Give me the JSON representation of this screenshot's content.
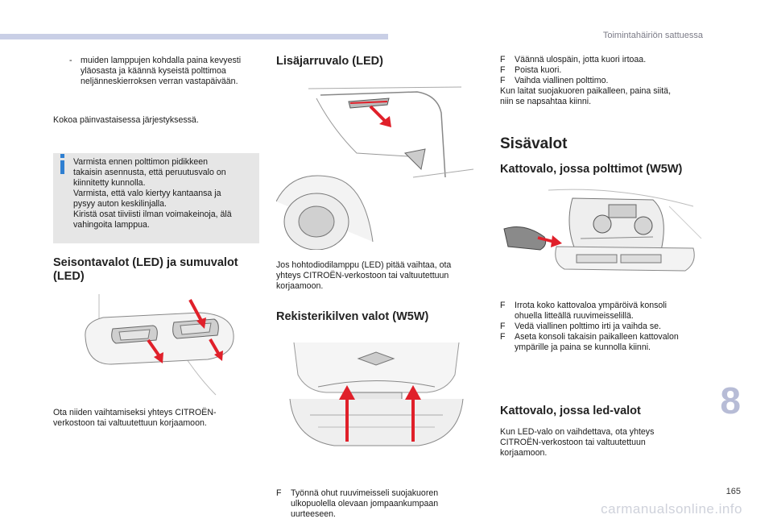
{
  "header": {
    "section_title": "Toimintahäiriön sattuessa"
  },
  "left_column": {
    "dash_item": {
      "mark": "-",
      "text": "muiden lamppujen kohdalla paina kevyesti yläosasta ja käännä kyseistä polttimoa neljänneskierroksen verran vastapäivään."
    },
    "reassemble": "Kokoa päinvastaisessa järjestyksessä.",
    "info_lines": [
      "Varmista ennen polttimon pidikkeen",
      "takaisin asennusta, että peruutusvalo on",
      "kiinnitetty kunnolla.",
      "Varmista, että valo kiertyy kantaansa ja",
      "pysyy auton keskilinjalla.",
      "Kiristä osat tiiviisti ilman voimakeinoja, älä",
      "vahingoita lamppua."
    ],
    "heading_line1": "Seisontavalot (LED) ja sumuvalot",
    "heading_line2": "(LED)",
    "contact_line1": "Ota niiden vaihtamiseksi yhteys CITROËN-",
    "contact_line2": "verkostoon tai valtuutettuun korjaamoon."
  },
  "middle_column": {
    "heading_brake": "Lisäjarruvalo (LED)",
    "brake_lines": [
      "Jos hohtodiodilamppu (LED) pitää vaihtaa, ota",
      "yhteys CITROËN-verkostoon tai valtuutettuun",
      "korjaamoon."
    ],
    "heading_plate": "Rekisterikilven valot (W5W)",
    "plate_bullet_mark": "F",
    "plate_bullet_lines": [
      "Työnnä ohut ruuvimeisseli suojakuoren",
      "ulkopuolella olevaan jompaankumpaan",
      "uurteeseen."
    ]
  },
  "right_column": {
    "steps_mark": "F",
    "steps": [
      "Väännä ulospäin, jotta kuori irtoaa.",
      "Poista kuori.",
      "Vaihda viallinen polttimo."
    ],
    "reattach_lines": [
      "Kun laitat suojakuoren paikalleen, paina siitä,",
      "niin se napsahtaa kiinni."
    ],
    "heading_interior": "Sisävalot",
    "heading_w5w": "Kattovalo, jossa polttimot (W5W)",
    "w5w_steps": [
      {
        "lines": [
          "Irrota koko kattovaloa ympäröivä konsoli",
          "ohuella litteällä ruuvimeisselillä."
        ]
      },
      {
        "lines": [
          "Vedä viallinen polttimo irti ja vaihda se."
        ]
      },
      {
        "lines": [
          "Aseta konsoli takaisin paikalleen kattovalon",
          "ympärille ja paina se kunnolla kiinni."
        ]
      }
    ],
    "heading_led": "Kattovalo, jossa led-valot",
    "led_lines": [
      "Kun LED-valo on vaihdettava, ota yhteys",
      "CITROËN-verkostoon tai valtuutettuun",
      "korjaamoon."
    ]
  },
  "footer": {
    "chapter_number": "8",
    "page_number": "165",
    "watermark": "carmanualsonline.info"
  },
  "colors": {
    "accent_bar": "#c9cfe6",
    "info_bar": "#2f7fd1",
    "arrow": "#e0202a",
    "chapter": "#b7bcd6"
  },
  "icons": [
    "info-icon",
    "red-arrow-icon"
  ]
}
